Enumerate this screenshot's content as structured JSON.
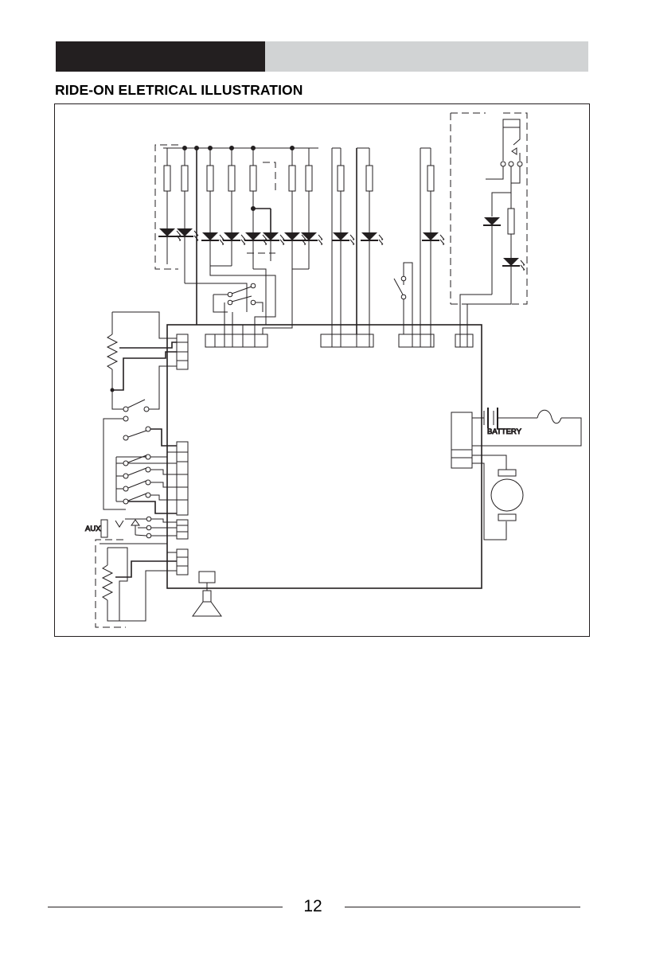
{
  "title": "RIDE-ON ELETRICAL ILLUSTRATION",
  "labels": {
    "battery": "BATTERY",
    "aux": "AUX"
  },
  "page_number": "12"
}
